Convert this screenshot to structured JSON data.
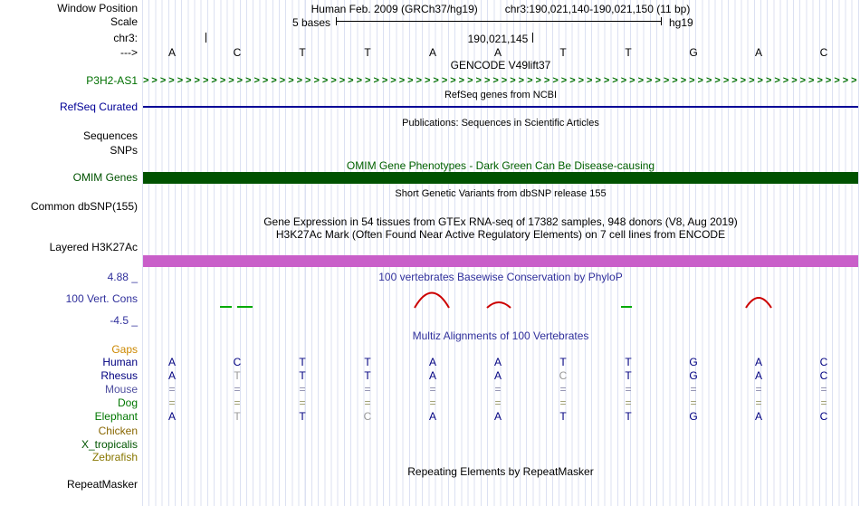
{
  "header": {
    "window_position_label": "Window Position",
    "assembly": "Human Feb. 2009 (GRCh37/hg19)",
    "position": "chr3:190,021,140-190,021,150 (11 bp)",
    "scale_label": "Scale",
    "scale_value": "5 bases",
    "assembly_short": "hg19",
    "chrom_label": "chr3:",
    "coordinate": "190,021,145",
    "direction_label": "--->"
  },
  "sequence": {
    "cells": [
      "A",
      "C",
      "T",
      "T",
      "A",
      "A",
      "T",
      "T",
      "G",
      "A",
      "C"
    ],
    "cell_color": "#000000"
  },
  "tracks": {
    "gencode": {
      "title": "GENCODE V49lift37",
      "gene_label": "P3H2-AS1",
      "strand_char": ">",
      "color": "#007000"
    },
    "refseq": {
      "title": "RefSeq genes from NCBI",
      "label": "RefSeq Curated",
      "color": "#000096"
    },
    "publications": {
      "title": "Publications: Sequences in Scientific Articles",
      "label_sequences": "Sequences",
      "label_snps": "SNPs"
    },
    "omim": {
      "title": "OMIM Gene Phenotypes - Dark Green Can Be Disease-causing",
      "label": "OMIM Genes",
      "title_color": "#006000",
      "color": "#005200"
    },
    "dbsnp": {
      "title": "Short Genetic Variants from dbSNP release 155",
      "label": "Common dbSNP(155)"
    },
    "gtex": {
      "title": "Gene Expression in 54 tissues from GTEx RNA-seq of 17382 samples, 948 donors (V8, Aug 2019)"
    },
    "h3k27ac": {
      "title": "H3K27Ac Mark (Often Found Near Active Regulatory Elements) on 7 cell lines from ENCODE",
      "label": "Layered H3K27Ac",
      "color": "#c95fc9"
    },
    "conservation": {
      "title": "100 vertebrates Basewise Conservation by PhyloP",
      "label": "100 Vert. Cons",
      "max_value": "4.88 _",
      "min_value": "-4.5 _",
      "color": "#30309c",
      "positive_mark_color": "#cc0000",
      "negative_mark_color": "#00aa00",
      "red_peak_columns": [
        5,
        6,
        10
      ],
      "green_mark_columns": [
        2,
        8
      ]
    },
    "multiz": {
      "title": "Multiz Alignments of 100 Vertebrates",
      "rows": [
        {
          "name": "Gaps",
          "color": "#cc8800"
        },
        {
          "name": "Human",
          "color": "#000080",
          "cells": [
            "A",
            "C",
            "T",
            "T",
            "A",
            "A",
            "T",
            "T",
            "G",
            "A",
            "C"
          ],
          "cell_color": "#000080",
          "muted": []
        },
        {
          "name": "Rhesus",
          "color": "#000080",
          "cells": [
            "A",
            "T",
            "T",
            "T",
            "A",
            "A",
            "C",
            "T",
            "G",
            "A",
            "C"
          ],
          "cell_color": "#000080",
          "muted": [
            1,
            6
          ]
        },
        {
          "name": "Mouse",
          "color": "#5050a0",
          "cells": [
            "=",
            "=",
            "=",
            "=",
            "=",
            "=",
            "=",
            "=",
            "=",
            "=",
            "="
          ],
          "cell_color": "#8888aa",
          "muted": []
        },
        {
          "name": "Dog",
          "color": "#007700",
          "cells": [
            "=",
            "=",
            "=",
            "=",
            "=",
            "=",
            "=",
            "=",
            "=",
            "=",
            "="
          ],
          "cell_color": "#99996a",
          "muted": []
        },
        {
          "name": "Elephant",
          "color": "#007700",
          "cells": [
            "A",
            "T",
            "T",
            "C",
            "A",
            "A",
            "T",
            "T",
            "G",
            "A",
            "C"
          ],
          "cell_color": "#000080",
          "muted": [
            1,
            3
          ]
        },
        {
          "name": "Chicken",
          "color": "#886600"
        },
        {
          "name": "X_tropicalis",
          "color": "#005500"
        },
        {
          "name": "Zebrafish",
          "color": "#887700"
        }
      ]
    },
    "repeatmasker": {
      "title": "Repeating Elements by RepeatMasker",
      "label": "RepeatMasker"
    }
  },
  "colors": {
    "gridline": "#dce1f2",
    "muted_base": "#999999"
  }
}
